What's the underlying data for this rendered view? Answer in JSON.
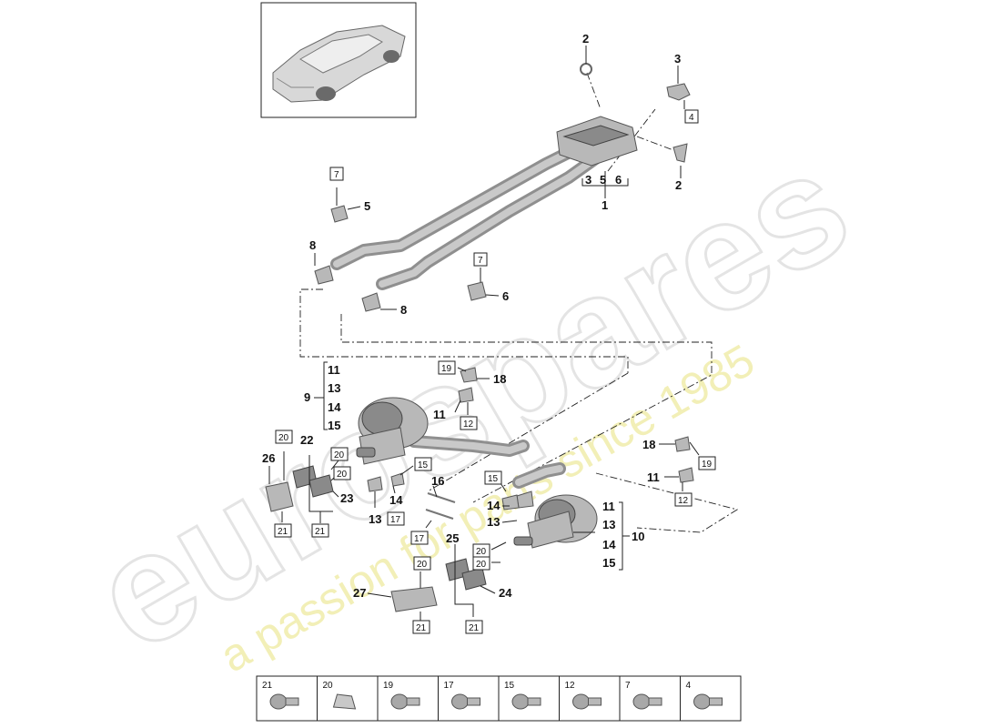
{
  "watermark": {
    "brand": "eurospares",
    "tagline": "a passion for parts since 1985"
  },
  "callouts": {
    "c1": "1",
    "c2a": "2",
    "c2b": "2",
    "c3": "3",
    "c4box": "4",
    "c356_3": "3",
    "c356_5": "5",
    "c356_6": "6",
    "c5": "5",
    "c6": "6",
    "c7a": "7",
    "c7b": "7",
    "c8a": "8",
    "c8b": "8",
    "c9": "9",
    "c10": "10",
    "c11a": "11",
    "c11b": "11",
    "c12a": "12",
    "c12b": "12",
    "c13a": "13",
    "c13b": "13",
    "c14a": "14",
    "c14b": "14",
    "c15a": "15",
    "c15b": "15",
    "c16": "16",
    "c17a": "17",
    "c17b": "17",
    "c18a": "18",
    "c18b": "18",
    "c19a": "19",
    "c19b": "19",
    "c20a": "20",
    "c20b": "20",
    "c20c": "20",
    "c20d": "20",
    "c20e": "20",
    "c20f": "20",
    "c21a": "21",
    "c21b": "21",
    "c21c": "21",
    "c21d": "21",
    "c22": "22",
    "c23": "23",
    "c24": "24",
    "c25": "25",
    "c26": "26",
    "c27": "27"
  },
  "group9": [
    "11",
    "13",
    "14",
    "15"
  ],
  "group10": [
    "11",
    "13",
    "14",
    "15"
  ],
  "fastener_table": [
    "21",
    "20",
    "19",
    "17",
    "15",
    "12",
    "7",
    "4"
  ]
}
